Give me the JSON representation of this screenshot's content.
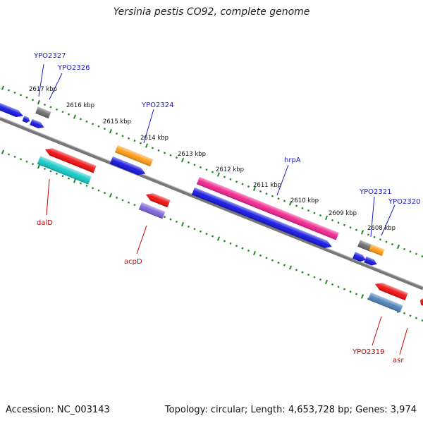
{
  "title": "Yersinia pestis CO92, complete genome",
  "footer": {
    "accession": "Accession: NC_003143",
    "summary": "Topology: circular; Length: 4,653,728 bp; Genes: 3,974"
  },
  "colors": {
    "backbone": "#7a7a7a",
    "tick": "#1e8a1e",
    "top_label": "#1a1acc",
    "bottom_label": "#cc0000",
    "scale_label": "#111111"
  },
  "scale": [
    {
      "label": "2617 kbp"
    },
    {
      "label": "2616 kbp"
    },
    {
      "label": "2615 kbp"
    },
    {
      "label": "2614 kbp"
    },
    {
      "label": "2613 kbp"
    },
    {
      "label": "2612 kbp"
    },
    {
      "label": "2611 kbp"
    },
    {
      "label": "2610 kbp"
    },
    {
      "label": "2609 kbp"
    },
    {
      "label": "2608 kbp"
    }
  ],
  "gene_labels_top": [
    {
      "text": "YPO2327"
    },
    {
      "text": "YPO2326"
    },
    {
      "text": "YPO2324"
    },
    {
      "text": "hrpA"
    },
    {
      "text": "YPO2321"
    },
    {
      "text": "YPO2320"
    }
  ],
  "gene_labels_bottom": [
    {
      "text": "dalD"
    },
    {
      "text": "acpD"
    },
    {
      "text": "YPO2319"
    },
    {
      "text": "asr"
    }
  ],
  "feature_colors": {
    "blue": "#1010e0",
    "grey": "#6a6a6a",
    "orange": "#ff9a10",
    "magenta": "#f0208c",
    "red": "#ee0a0a",
    "cyan": "#10c8c8",
    "purple": "#7a60d8",
    "steel": "#4a80b8"
  }
}
